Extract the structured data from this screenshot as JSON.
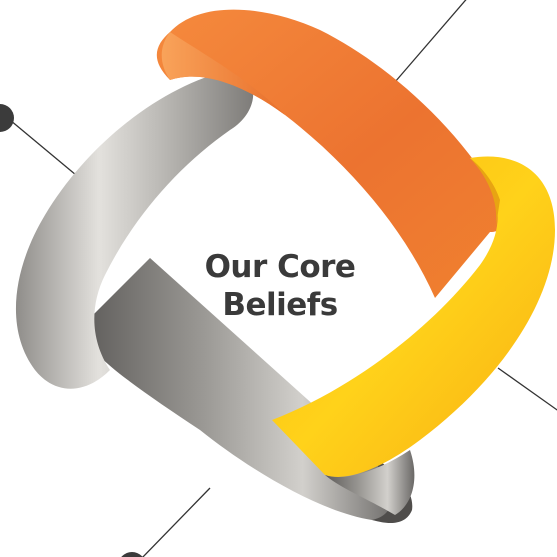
{
  "title": {
    "line1": "Our Core",
    "line2": "Beliefs"
  },
  "colors": {
    "orange_band": "#ed7532",
    "yellow_band": "#fdc414",
    "silver_band": "#b9b7b3",
    "dark_silver_band": "#6f6d6b",
    "connector_line": "#333333",
    "connector_node": "#3b3b3b",
    "title_text": "#3a3a3a"
  },
  "icons": [
    "ring-band-orange",
    "ring-band-yellow",
    "ring-band-silver",
    "ring-band-dark-silver",
    "connector-node"
  ]
}
